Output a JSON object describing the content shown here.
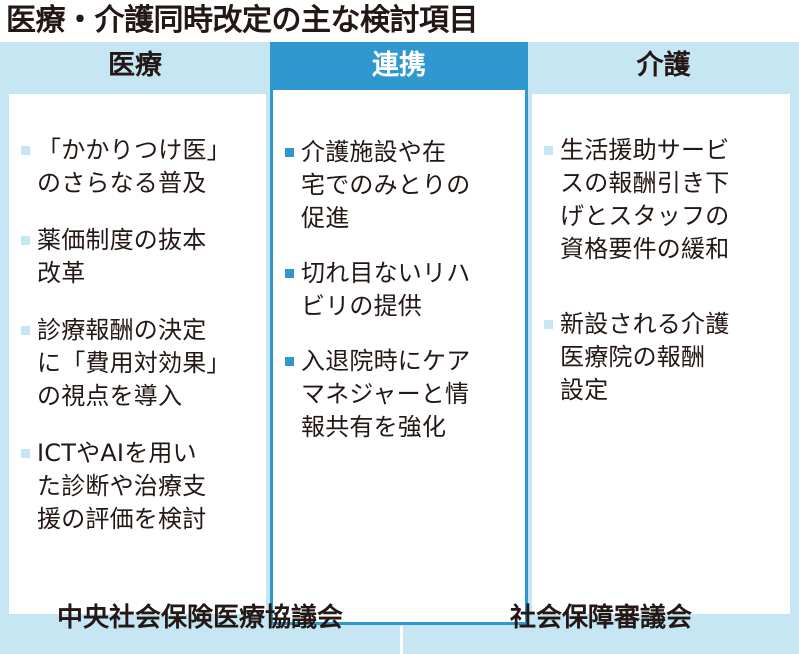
{
  "title": "医療・介護同時改定の主な検討項目",
  "colors": {
    "light_blue": "#c6e6f4",
    "accent_blue": "#2f99cf",
    "text": "#231815"
  },
  "columns": {
    "medical": {
      "header": "医療",
      "items": [
        "「かかりつけ医」\nのさらなる普及",
        "薬価制度の抜本\n改革",
        "診療報酬の決定\nに「費用対効果」\nの視点を導入",
        "ICTやAIを用い\nた診断や治療支\n援の評価を検討"
      ]
    },
    "link": {
      "header": "連携",
      "items": [
        "介護施設や在\n宅でのみとりの\n促進",
        "切れ目ないリハ\nビリの提供",
        "入退院時にケア\nマネジャーと情\n報共有を強化"
      ]
    },
    "care": {
      "header": "介護",
      "items": [
        "生活援助サービ\nスの報酬引き下\nげとスタッフの\n資格要件の緩和",
        "新設される介護\n医療院の報酬\n設定"
      ]
    }
  },
  "footer": {
    "left": "中央社会保険医療協議会",
    "right": "社会保障審議会"
  }
}
